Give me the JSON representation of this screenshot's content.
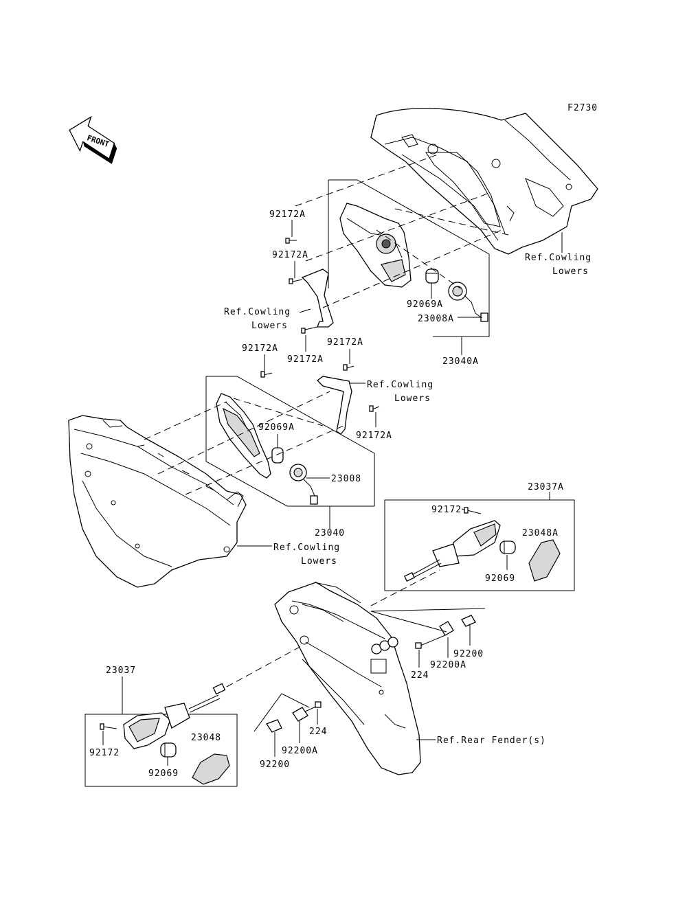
{
  "figure_code": "F2730",
  "front_arrow_text": "FRONT",
  "labels": {
    "p92172A_1": "92172A",
    "p92172A_2": "92172A",
    "ref_cowl_1_l1": "Ref.Cowling",
    "ref_cowl_1_l2": "Lowers",
    "ref_cowl_2_l1": "Ref.Cowling",
    "ref_cowl_2_l2": "Lowers",
    "p92172A_3": "92172A",
    "p92069A_1": "92069A",
    "p23008A": "23008A",
    "p23040A": "23040A",
    "p92172A_4": "92172A",
    "p92172A_5": "92172A",
    "ref_cowl_3_l1": "Ref.Cowling",
    "ref_cowl_3_l2": "Lowers",
    "p92069A_2": "92069A",
    "p92172A_6": "92172A",
    "p23008": "23008",
    "p23040": "23040",
    "ref_cowl_4_l1": "Ref.Cowling",
    "ref_cowl_4_l2": "Lowers",
    "p23037A": "23037A",
    "p92172_1": "92172",
    "p23048A": "23048A",
    "p92069_1": "92069",
    "p92200_1": "92200",
    "p224_1": "224",
    "p92200A_1": "92200A",
    "p23037": "23037",
    "p224_2": "224",
    "ref_rear_fender": "Ref.Rear Fender(s)",
    "p92200A_2": "92200A",
    "p92172_2": "92172",
    "p92200_2": "92200",
    "p23048": "23048",
    "p92069_2": "92069"
  }
}
